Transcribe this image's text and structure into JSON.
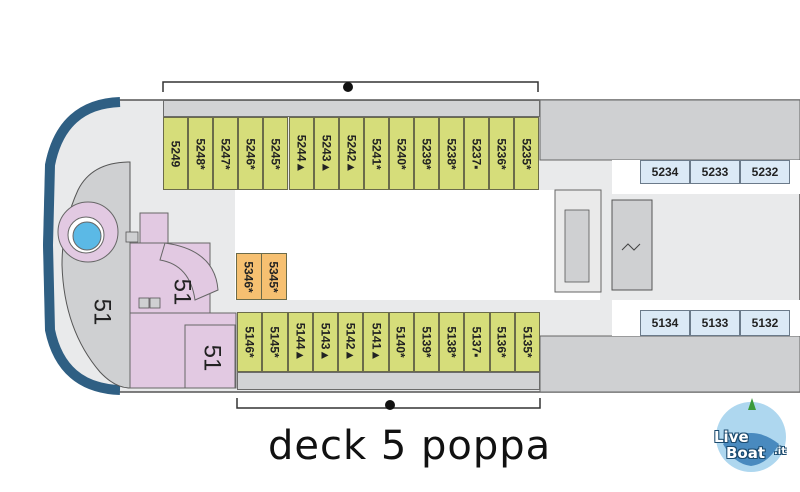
{
  "title": "deck 5 poppa",
  "zone_labels": [
    "51",
    "51",
    "51"
  ],
  "top_row_cabins": [
    "5249",
    "5248*",
    "5247*",
    "5246*",
    "5245*",
    "5244▲",
    "5243▲",
    "5242▲",
    "5241*",
    "5240*",
    "5239*",
    "5238*",
    "5237▪",
    "5236*",
    "5235*"
  ],
  "bottom_row_cabins": [
    "5146*",
    "5145*",
    "5144▲",
    "5143▲",
    "5142▲",
    "5141▲",
    "5140*",
    "5139*",
    "5138*",
    "5137▪",
    "5136*",
    "5135*"
  ],
  "middle_cabins": [
    "5346*",
    "5345*"
  ],
  "blue_top_cabins": [
    "5234",
    "5233",
    "5232"
  ],
  "blue_bottom_cabins": [
    "5134",
    "5133",
    "5132"
  ],
  "logo": {
    "line1": "Live",
    "line2": "Boat",
    "suffix": ".it"
  },
  "colors": {
    "cabin_green": "#d6dd7a",
    "cabin_orange": "#f6c071",
    "cabin_blue": "#dbe9f6",
    "public_area": "#e2c9e2",
    "deck_gray": "#cfd0d2"
  }
}
